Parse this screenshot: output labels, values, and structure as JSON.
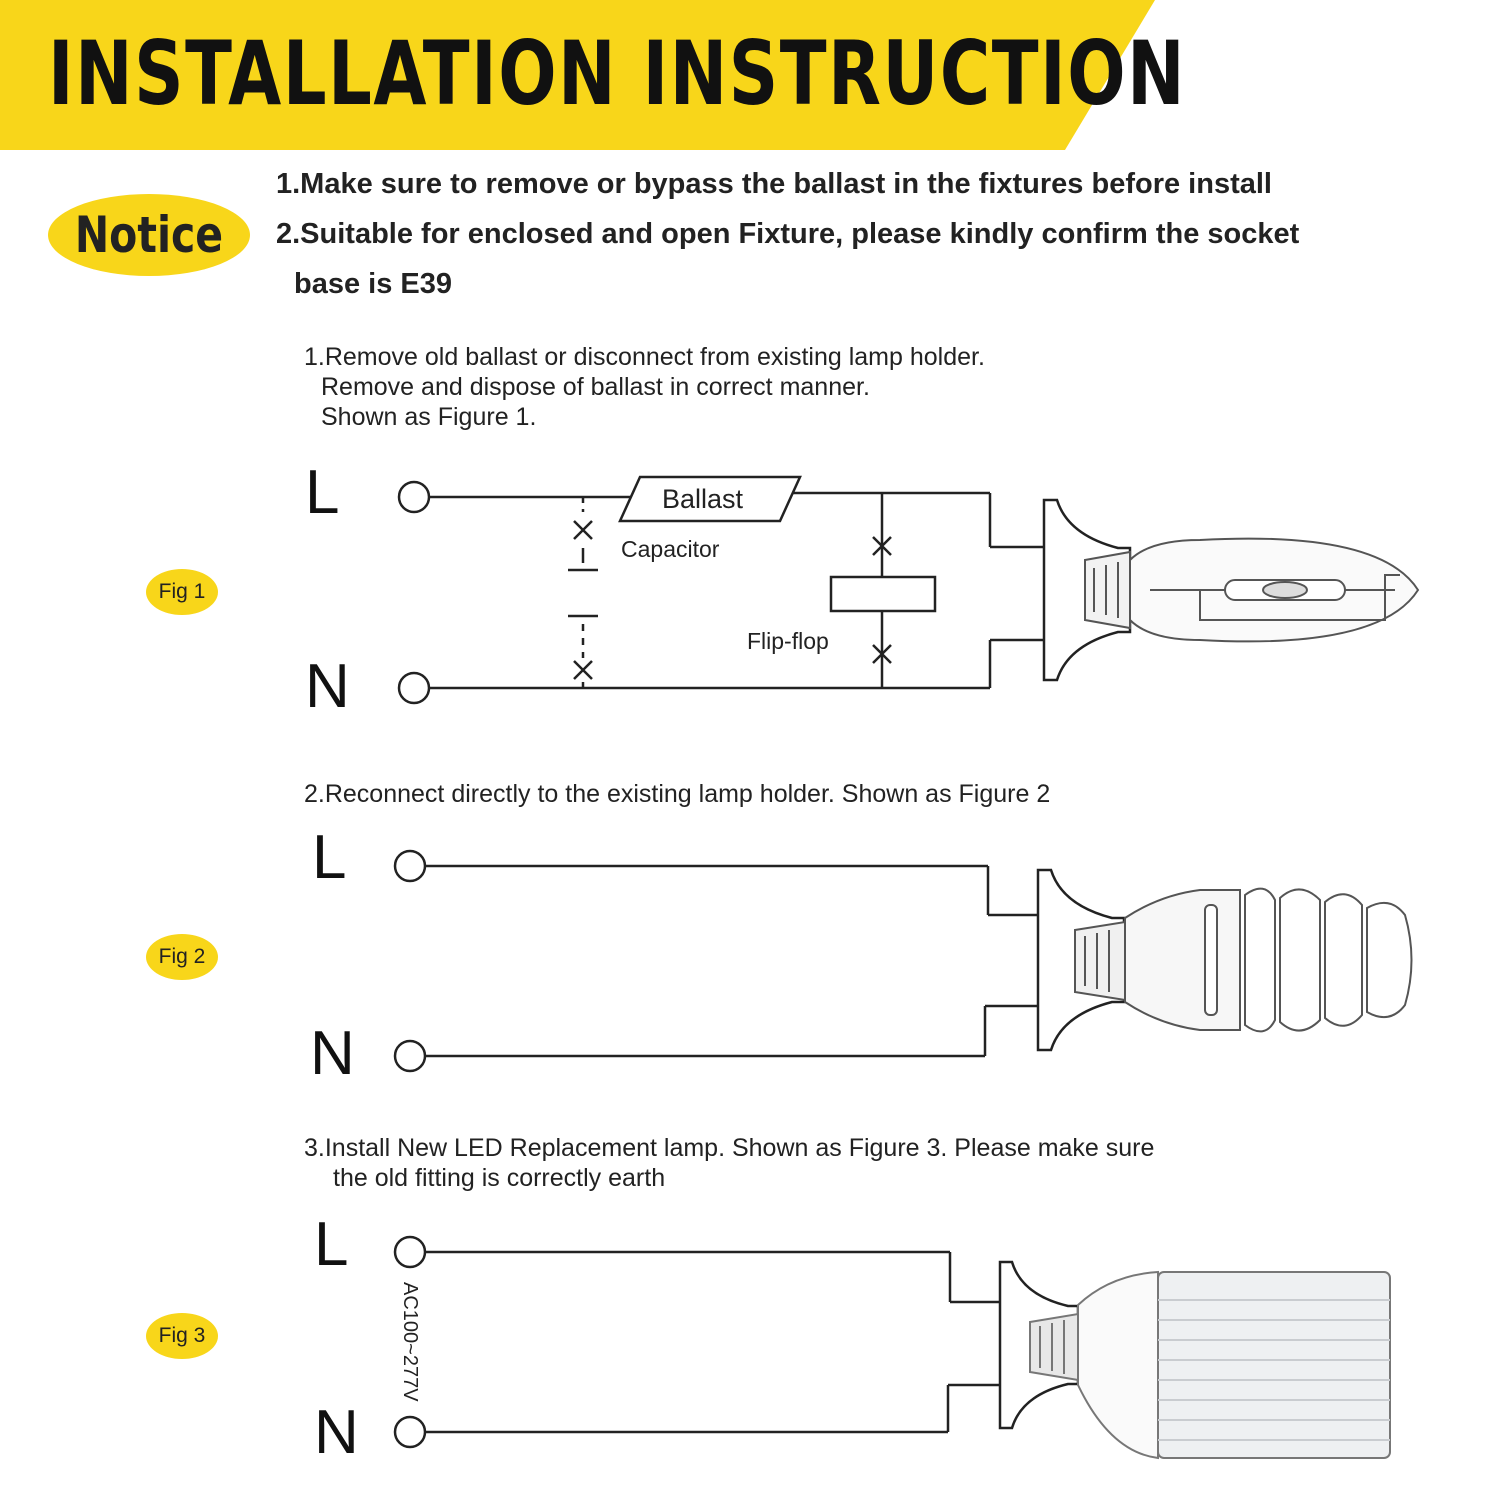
{
  "header": {
    "title": "INSTALLATION INSTRUCTION",
    "banner_color": "#f8d61a"
  },
  "notice": {
    "badge": "Notice",
    "line1": "1.Make sure to remove or bypass the ballast in the fixtures before install",
    "line2": "2.Suitable for enclosed and open Fixture, please kindly confirm the socket",
    "line3": "base is E39"
  },
  "fig1": {
    "badge": "Fig 1",
    "text1": "1.Remove old ballast or disconnect from existing lamp holder.",
    "text2": "Remove and dispose of ballast in correct manner.",
    "text3": "Shown as Figure 1.",
    "label_l": "L",
    "label_n": "N",
    "ballast": "Ballast",
    "capacitor": "Capacitor",
    "flipflop": "Flip-flop",
    "lamp_icon": "metal-halide-bulb-icon"
  },
  "fig2": {
    "badge": "Fig 2",
    "text1": "2.Reconnect directly to the existing lamp holder. Shown as Figure 2",
    "label_l": "L",
    "label_n": "N",
    "lamp_icon": "spiral-cfl-bulb-icon"
  },
  "fig3": {
    "badge": "Fig 3",
    "text1": "3.Install New LED Replacement lamp. Shown as Figure 3. Please make sure",
    "text2": "the old fitting is correctly earth",
    "label_l": "L",
    "label_n": "N",
    "voltage": "AC100~277V",
    "lamp_icon": "led-corn-bulb-icon"
  },
  "colors": {
    "accent": "#f8d61a",
    "line": "#222222"
  }
}
